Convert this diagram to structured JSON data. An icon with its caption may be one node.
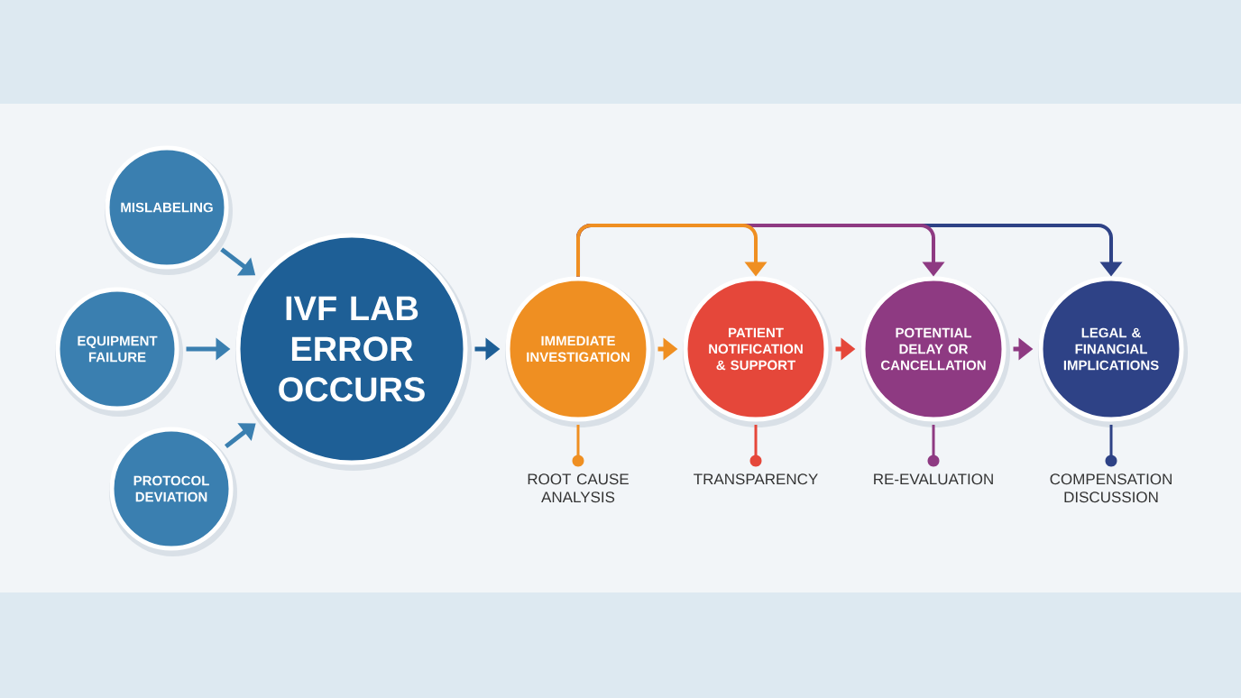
{
  "diagram": {
    "nodes": [
      {
        "text": [
          "MISLABELING"
        ]
      },
      {
        "text": [
          "EQUIPMENT FAILURE"
        ]
      },
      {
        "text": [
          "PROTOCOL DEVIATION"
        ]
      },
      {
        "text": [
          "IVF LAB ERROR OCCURS"
        ]
      },
      {
        "text": [
          "IMMEDIATE INVESTIGATION"
        ],
        "beside": [
          "ROOT CAUSE ANALYSIS"
        ]
      },
      {
        "text": [
          "PATIENT NOTIFICATION & SUPPORT"
        ],
        "beside": [
          "TRANSPARENCY"
        ]
      },
      {
        "text": [
          "POTENTIAL DELAY OR CANCELLATION"
        ],
        "beside": [
          "RE-EVALUATION"
        ]
      },
      {
        "text": [
          "LEGAL & FINANCIAL IMPLICATIONS"
        ],
        "beside": [
          "COMPENSATION DISCUSSION"
        ]
      }
    ],
    "edges": [
      {
        "from": 0,
        "to": 3,
        "arrow": "to",
        "color": "#3a7fb0"
      },
      {
        "from": 1,
        "to": 3,
        "arrow": "to",
        "color": "#3a7fb0"
      },
      {
        "from": 2,
        "to": 3,
        "arrow": "to",
        "color": "#3a7fb0"
      },
      {
        "from": 3,
        "to": 4,
        "arrow": "to",
        "color": "#1e5f96"
      },
      {
        "from": 4,
        "to": 5,
        "arrow": "to",
        "color": "#ef8f22"
      },
      {
        "from": 5,
        "to": 6,
        "arrow": "to",
        "color": "#e5473a"
      },
      {
        "from": 6,
        "to": 7,
        "arrow": "to",
        "color": "#8e3a82"
      },
      {
        "from": 4,
        "to": 5,
        "arrow": "to",
        "color": "#ef8f22"
      },
      {
        "from": 4,
        "to": 6,
        "arrow": "to",
        "color": "#8e3a82"
      },
      {
        "from": 4,
        "to": 7,
        "arrow": "to",
        "color": "#2e4286"
      }
    ]
  }
}
